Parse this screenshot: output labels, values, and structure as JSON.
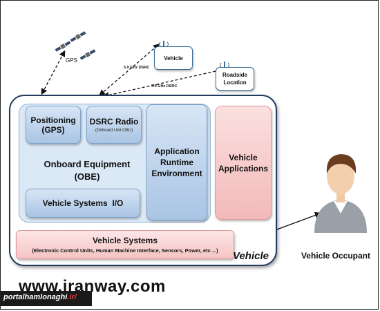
{
  "colors": {
    "outer_border": "#1f3a5a",
    "blue_box": "#a9c4e4",
    "red_box": "#f3b9b9",
    "arrow": "#111111"
  },
  "satellites": {
    "label": "GPS",
    "icon": "satellite-icon"
  },
  "remote": {
    "vehicle_label": "Vehicle",
    "roadside_line1": "Roadside",
    "roadside_line2": "Location",
    "link1_label": "5.9 GHz DSRC",
    "link2_label": "5.9 GHz DSRC"
  },
  "obe": {
    "positioning_line1": "Positioning",
    "positioning_line2": "(GPS)",
    "dsrc_title": "DSRC Radio",
    "dsrc_sub": "(Onboard Unit OBU)",
    "label_line1": "Onboard Equipment",
    "label_line2": "(OBE)",
    "vsio_label": "Vehicle Systems  I/O"
  },
  "app_runtime": {
    "line1": "Application",
    "line2": "Runtime",
    "line3": "Environment"
  },
  "vehicle_apps": {
    "line1": "Vehicle",
    "line2": "Applications"
  },
  "vehicle_systems": {
    "title": "Vehicle Systems",
    "subtitle": "(Electronic Control Units, Human Machine Interface, Sensors, Power, etc ...)"
  },
  "vehicle_label": "Vehicle",
  "occupant_label": "Vehicle Occupant",
  "watermark": "www.iranway.com",
  "portal": {
    "name": "portalhamlonaghi",
    "tld": ".ir/"
  }
}
